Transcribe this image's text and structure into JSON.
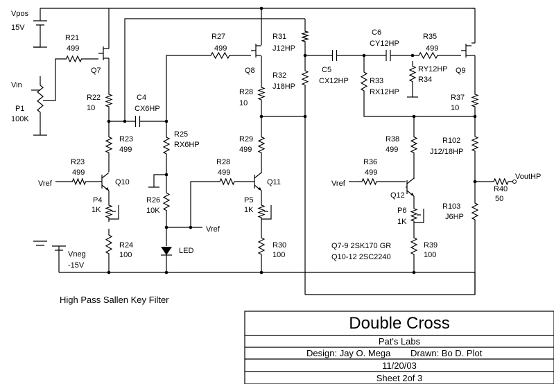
{
  "supplies": {
    "vpos": "Vpos",
    "vpos_val": "15V",
    "vneg": "Vneg",
    "vneg_val": "-15V",
    "vin": "Vin",
    "vout": "VoutHP",
    "vref": "Vref"
  },
  "pot_p1": {
    "name": "P1",
    "val": "100K"
  },
  "resistors": [
    {
      "id": "r21",
      "name": "R21",
      "val": "499"
    },
    {
      "id": "r22",
      "name": "R22",
      "val": "10"
    },
    {
      "id": "r23a",
      "name": "R23",
      "val": "499"
    },
    {
      "id": "r23b",
      "name": "R23",
      "val": "499"
    },
    {
      "id": "r24",
      "name": "R24",
      "val": "100"
    },
    {
      "id": "r25",
      "name": "R25",
      "val": "RX6HP"
    },
    {
      "id": "r26",
      "name": "R26",
      "val": "10K"
    },
    {
      "id": "r27",
      "name": "R27",
      "val": "499"
    },
    {
      "id": "r28a",
      "name": "R28",
      "val": "10"
    },
    {
      "id": "r28b",
      "name": "R28",
      "val": "499"
    },
    {
      "id": "r29",
      "name": "R29",
      "val": "499"
    },
    {
      "id": "r30",
      "name": "R30",
      "val": "100"
    },
    {
      "id": "r31",
      "name": "R31",
      "val": "J12HP"
    },
    {
      "id": "r32",
      "name": "R32",
      "val": "J18HP"
    },
    {
      "id": "r33",
      "name": "R33",
      "val": "RX12HP"
    },
    {
      "id": "r34",
      "name": "R34",
      "val": "RY12HP"
    },
    {
      "id": "r35",
      "name": "R35",
      "val": "499"
    },
    {
      "id": "r36",
      "name": "R36",
      "val": "499"
    },
    {
      "id": "r37",
      "name": "R37",
      "val": "10"
    },
    {
      "id": "r38",
      "name": "R38",
      "val": "499"
    },
    {
      "id": "r39",
      "name": "R39",
      "val": "100"
    },
    {
      "id": "r40",
      "name": "R40",
      "val": "50"
    },
    {
      "id": "r102",
      "name": "R102",
      "val": "J12/18HP"
    },
    {
      "id": "r103",
      "name": "R103",
      "val": "J6HP"
    }
  ],
  "caps": [
    {
      "id": "c4",
      "name": "C4",
      "val": "CX6HP"
    },
    {
      "id": "c5",
      "name": "C5",
      "val": "CX12HP"
    },
    {
      "id": "c6",
      "name": "C6",
      "val": "CY12HP"
    }
  ],
  "pots": [
    {
      "id": "p4",
      "name": "P4",
      "val": "1K"
    },
    {
      "id": "p5",
      "name": "P5",
      "val": "1K"
    },
    {
      "id": "p6",
      "name": "P6",
      "val": "1K"
    }
  ],
  "transistors": {
    "q7": "Q7",
    "q8": "Q8",
    "q9": "Q9",
    "q10": "Q10",
    "q11": "Q11",
    "q12": "Q12"
  },
  "led": "LED",
  "notes": {
    "line1": "Q7-9 2SK170 GR",
    "line2": "Q10-12 2SC2240"
  },
  "caption": "High Pass Sallen Key Filter",
  "title_block": {
    "title": "Double Cross",
    "company": "Pat's Labs",
    "design": "Design: Jay O. Mega",
    "drawn": "Drawn: Bo D. Plot",
    "date": "11/20/03",
    "sheet": "Sheet 2of 3"
  }
}
